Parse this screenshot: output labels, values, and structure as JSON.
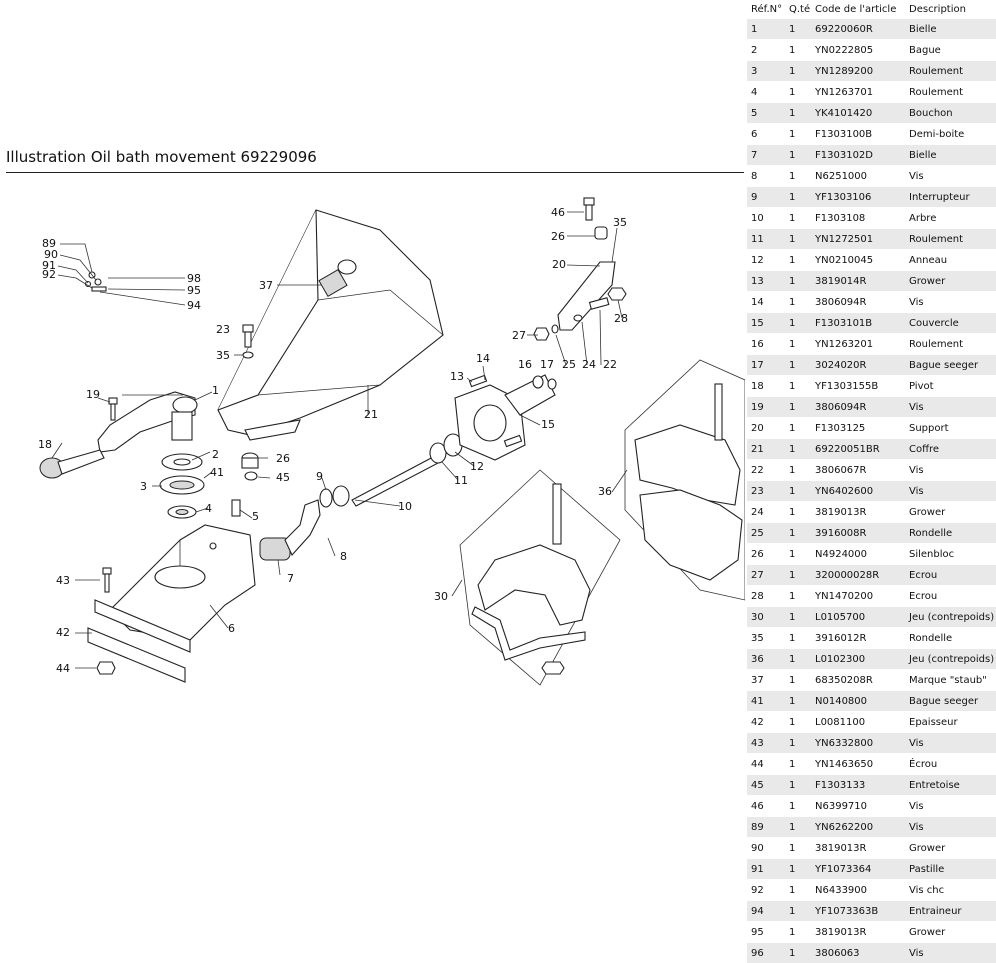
{
  "illustration": {
    "title": "Illustration  Oil bath movement 69229096",
    "callouts": [
      "1",
      "2",
      "3",
      "4",
      "5",
      "6",
      "7",
      "8",
      "9",
      "10",
      "11",
      "12",
      "13",
      "14",
      "15",
      "16",
      "17",
      "18",
      "19",
      "20",
      "21",
      "22",
      "23",
      "24",
      "25",
      "26",
      "26",
      "27",
      "28",
      "30",
      "35",
      "35",
      "36",
      "37",
      "41",
      "42",
      "43",
      "44",
      "45",
      "46",
      "89",
      "90",
      "91",
      "92",
      "94",
      "95",
      "98"
    ]
  },
  "parts_table": {
    "headers": [
      "Réf.N°",
      "Q.té",
      "Code de l'article",
      "Description"
    ],
    "rows": [
      [
        "1",
        "1",
        "69220060R",
        "Bielle"
      ],
      [
        "2",
        "1",
        "YN0222805",
        "Bague"
      ],
      [
        "3",
        "1",
        "YN1289200",
        "Roulement"
      ],
      [
        "4",
        "1",
        "YN1263701",
        "Roulement"
      ],
      [
        "5",
        "1",
        "YK4101420",
        "Bouchon"
      ],
      [
        "6",
        "1",
        "F1303100B",
        "Demi-boite"
      ],
      [
        "7",
        "1",
        "F1303102D",
        "Bielle"
      ],
      [
        "8",
        "1",
        "N6251000",
        "Vis"
      ],
      [
        "9",
        "1",
        "YF1303106",
        "Interrupteur"
      ],
      [
        "10",
        "1",
        "F1303108",
        "Arbre"
      ],
      [
        "11",
        "1",
        "YN1272501",
        "Roulement"
      ],
      [
        "12",
        "1",
        "YN0210045",
        "Anneau"
      ],
      [
        "13",
        "1",
        "3819014R",
        "Grower"
      ],
      [
        "14",
        "1",
        "3806094R",
        "Vis"
      ],
      [
        "15",
        "1",
        "F1303101B",
        "Couvercle"
      ],
      [
        "16",
        "1",
        "YN1263201",
        "Roulement"
      ],
      [
        "17",
        "1",
        "3024020R",
        "Bague seeger"
      ],
      [
        "18",
        "1",
        "YF1303155B",
        "Pivot"
      ],
      [
        "19",
        "1",
        "3806094R",
        "Vis"
      ],
      [
        "20",
        "1",
        "F1303125",
        "Support"
      ],
      [
        "21",
        "1",
        "69220051BR",
        "Coffre"
      ],
      [
        "22",
        "1",
        "3806067R",
        "Vis"
      ],
      [
        "23",
        "1",
        "YN6402600",
        "Vis"
      ],
      [
        "24",
        "1",
        "3819013R",
        "Grower"
      ],
      [
        "25",
        "1",
        "3916008R",
        "Rondelle"
      ],
      [
        "26",
        "1",
        "N4924000",
        "Silenbloc"
      ],
      [
        "27",
        "1",
        "320000028R",
        "Ecrou"
      ],
      [
        "28",
        "1",
        "YN1470200",
        "Ecrou"
      ],
      [
        "30",
        "1",
        "L0105700",
        "Jeu (contrepoids)"
      ],
      [
        "35",
        "1",
        "3916012R",
        "Rondelle"
      ],
      [
        "36",
        "1",
        "L0102300",
        "Jeu (contrepoids)"
      ],
      [
        "37",
        "1",
        "68350208R",
        "Marque \"staub\""
      ],
      [
        "41",
        "1",
        "N0140800",
        "Bague seeger"
      ],
      [
        "42",
        "1",
        "L0081100",
        "Epaisseur"
      ],
      [
        "43",
        "1",
        "YN6332800",
        "Vis"
      ],
      [
        "44",
        "1",
        "YN1463650",
        "Écrou"
      ],
      [
        "45",
        "1",
        "F1303133",
        "Entretoise"
      ],
      [
        "46",
        "1",
        "N6399710",
        "Vis"
      ],
      [
        "89",
        "1",
        "YN6262200",
        "Vis"
      ],
      [
        "90",
        "1",
        "3819013R",
        "Grower"
      ],
      [
        "91",
        "1",
        "YF1073364",
        "Pastille"
      ],
      [
        "92",
        "1",
        "N6433900",
        "Vis chc"
      ],
      [
        "94",
        "1",
        "YF1073363B",
        "Entraineur"
      ],
      [
        "95",
        "1",
        "3819013R",
        "Grower"
      ],
      [
        "96",
        "1",
        "3806063",
        "Vis"
      ]
    ]
  }
}
